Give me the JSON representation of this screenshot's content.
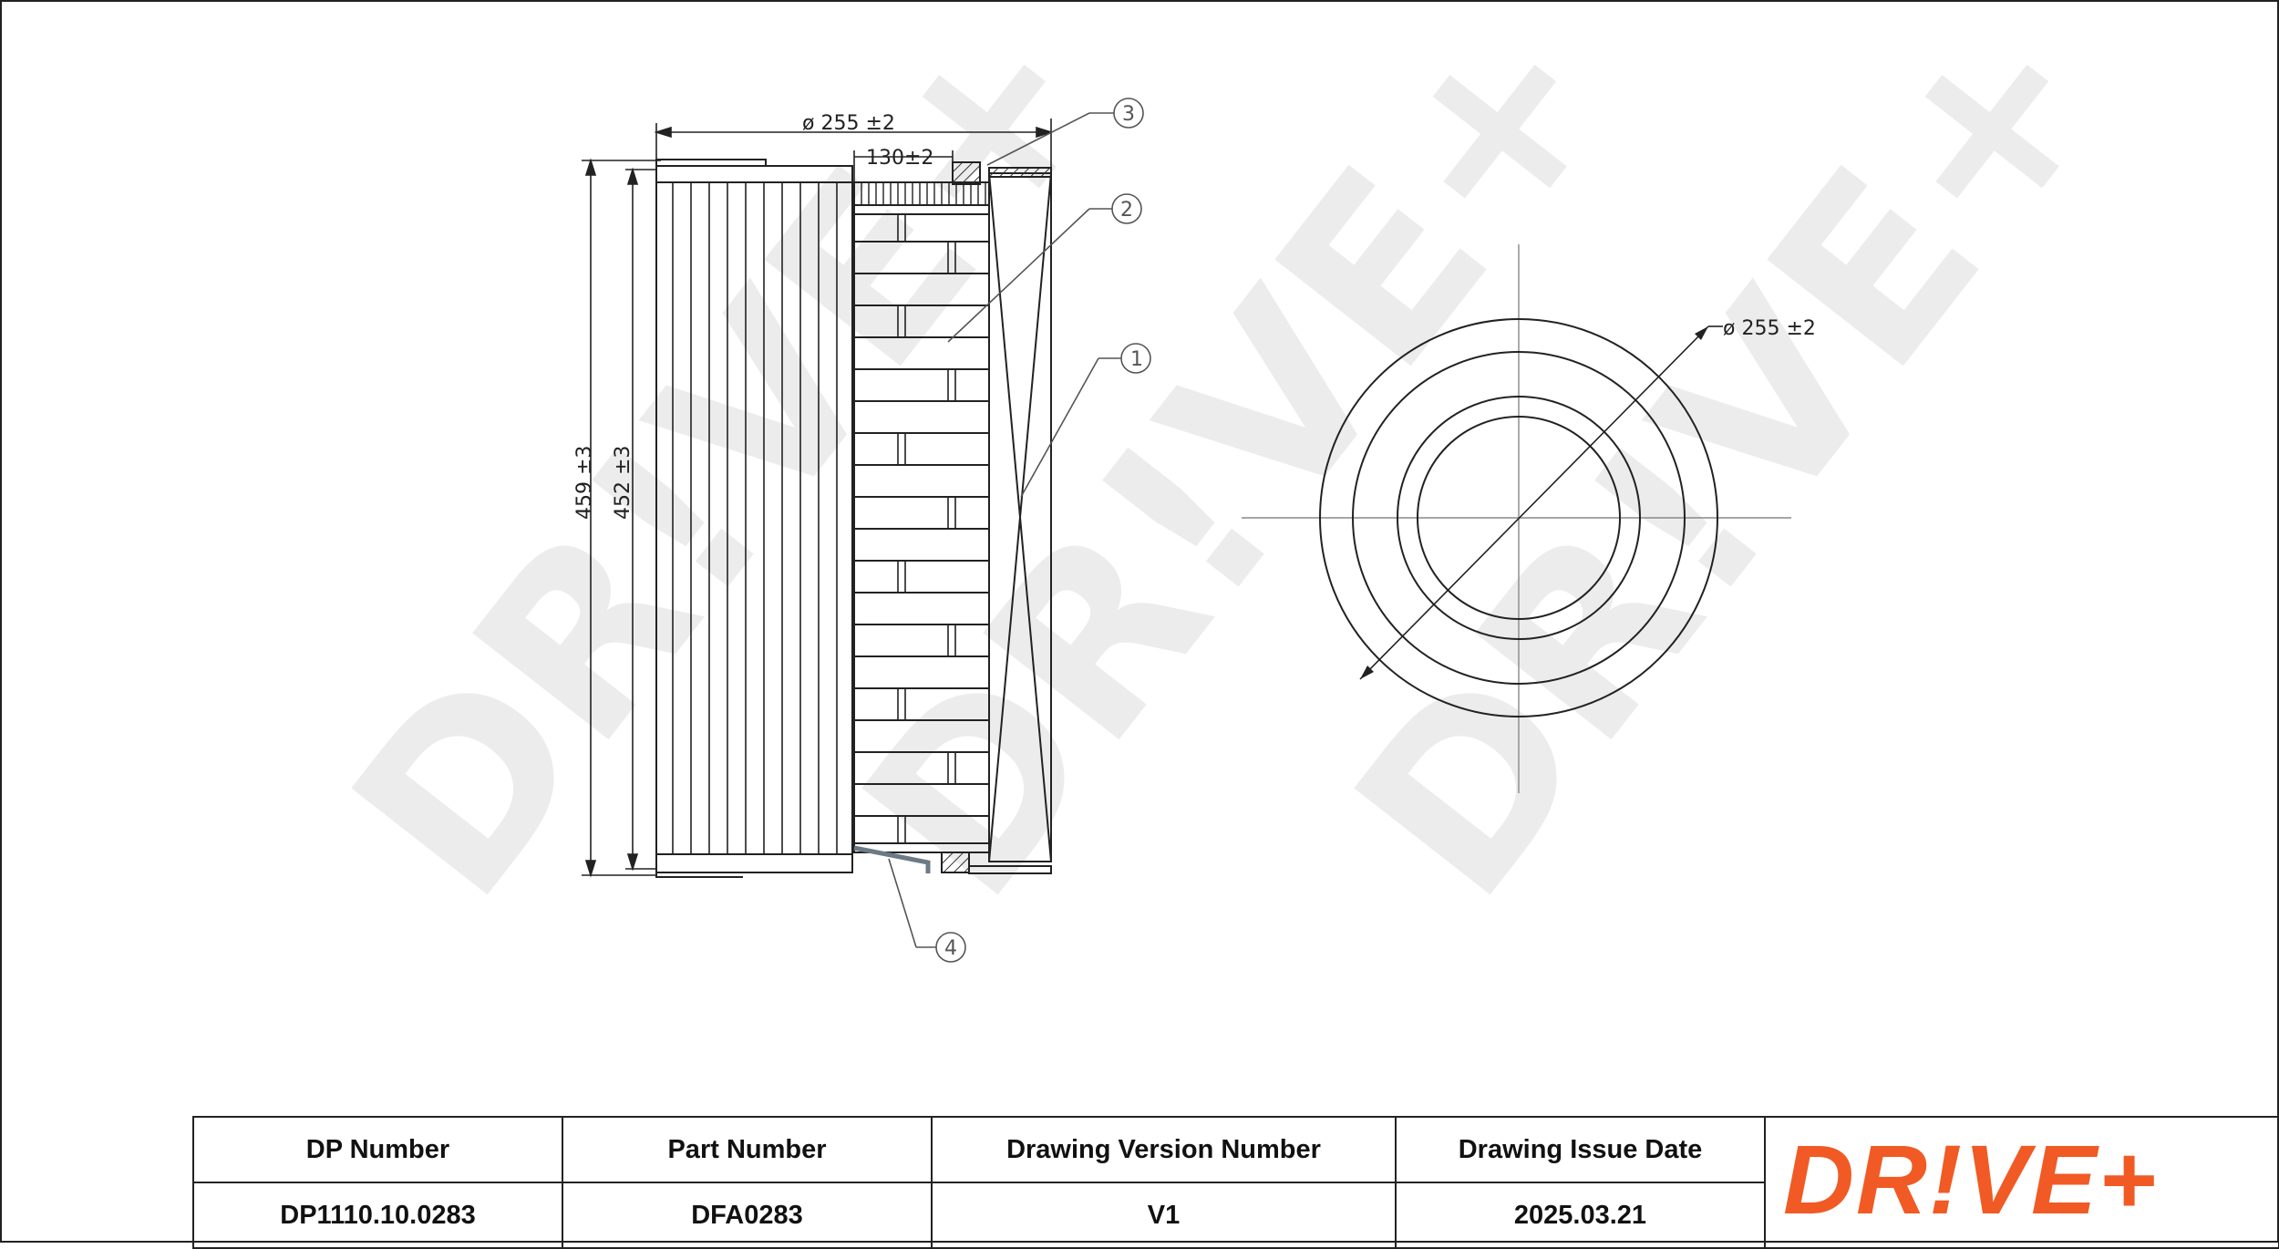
{
  "drawing": {
    "dimensions": {
      "outer_diameter_side": "ø 255 ±2",
      "flange_width": "130±2",
      "overall_height": "459 ±3",
      "body_height": "452 ±3",
      "outer_diameter_top": "ø 255 ±2"
    },
    "callouts": [
      "1",
      "2",
      "3",
      "4"
    ],
    "watermark": "DR!VE+"
  },
  "title_block": {
    "headers": {
      "dp_number": "DP Number",
      "part_number": "Part Number",
      "version": "Drawing Version Number",
      "issue_date": "Drawing Issue Date"
    },
    "values": {
      "dp_number": "DP1110.10.0283",
      "part_number": "DFA0283",
      "version": "V1",
      "issue_date": "2025.03.21"
    }
  },
  "logo": {
    "text": "DR!VE+",
    "color": "#f15a24"
  },
  "colors": {
    "line": "#222222",
    "watermark": "#e9e9e9",
    "brand": "#f15a24"
  }
}
